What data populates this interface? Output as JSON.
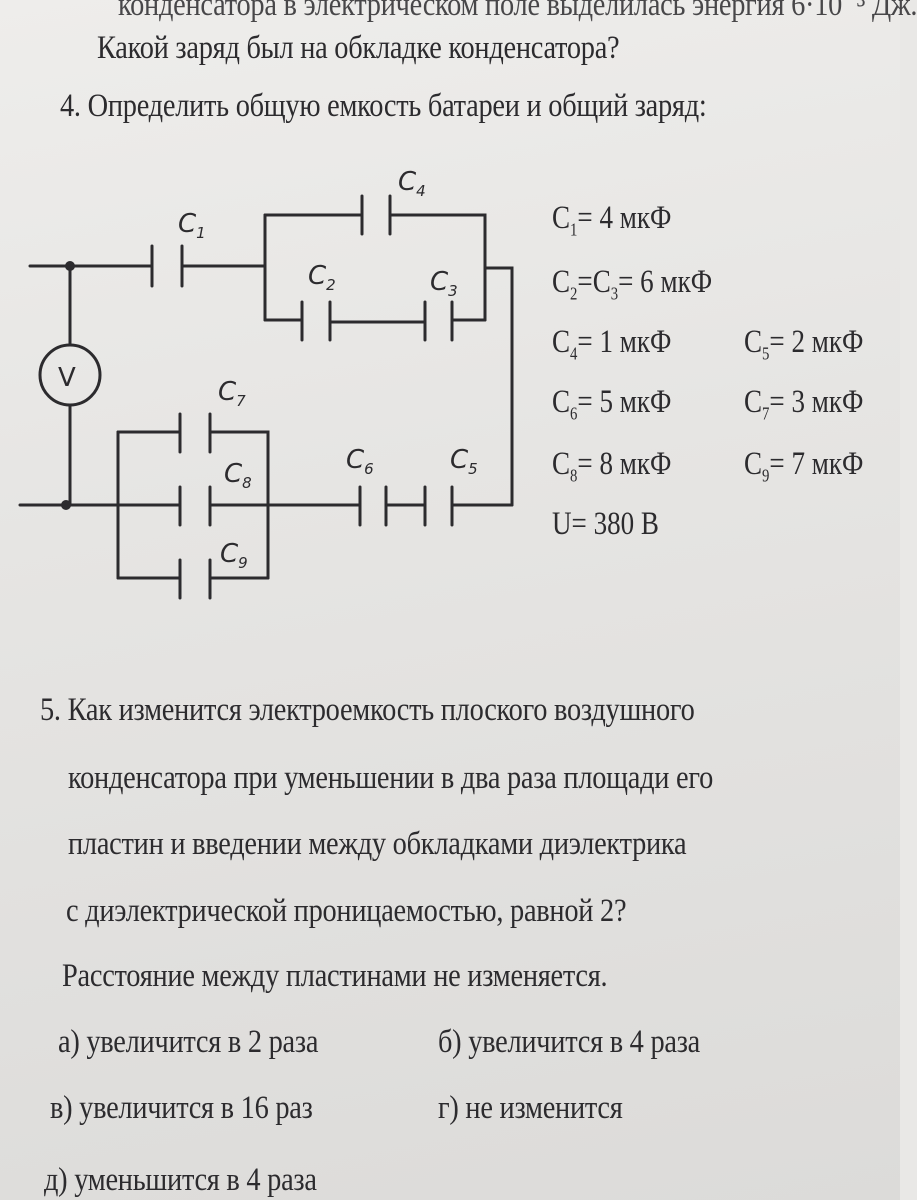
{
  "prev_question": {
    "cropped_line": "конденсатора в электрическом поле выделилась энергия 6·10⁻³ Дж.",
    "line2": "Какой заряд был на обкладке конденсатора?"
  },
  "q4": {
    "title": "4. Определить общую емкость батареи и общий заряд:",
    "diagram": {
      "meter_symbol": "V",
      "labels": [
        "C",
        "C",
        "C",
        "C",
        "C",
        "C",
        "C",
        "C",
        "C"
      ],
      "label_indices": [
        "1",
        "2",
        "3",
        "4",
        "5",
        "6",
        "7",
        "8",
        "9"
      ]
    },
    "values": {
      "c1": {
        "sym": "C",
        "sub": "1",
        "text": "= 4 мкФ"
      },
      "c2c3": {
        "sym1": "C",
        "sub1": "2",
        "eq": "=C",
        "sub2": "3",
        "text": "= 6 мкФ"
      },
      "c4": {
        "sym": "C",
        "sub": "4",
        "text": "= 1 мкФ"
      },
      "c5": {
        "sym": "C",
        "sub": "5",
        "text": "= 2 мкФ"
      },
      "c6": {
        "sym": "C",
        "sub": "6",
        "text": "= 5 мкФ"
      },
      "c7": {
        "sym": "C",
        "sub": "7",
        "text": "= 3 мкФ"
      },
      "c8": {
        "sym": "C",
        "sub": "8",
        "text": "= 8 мкФ"
      },
      "c9": {
        "sym": "C",
        "sub": "9",
        "text": "= 7 мкФ"
      },
      "u": "U= 380 В"
    }
  },
  "q5": {
    "line1": "5. Как изменится электроемкость плоского воздушного",
    "line2": "конденсатора при уменьшении в два раза площади его",
    "line3": "пластин и введении между обкладками диэлектрика",
    "line4": "с диэлектрической проницаемостью, равной 2?",
    "line5": "Расстояние между пластинами не изменяется.",
    "options": {
      "a": "а) увеличится в 2 раза",
      "b": "б) увеличится в 4 раза",
      "v": "в) увеличится в 16 раз",
      "g": "г) не изменится",
      "d": "д) уменьшится в 4 раза"
    }
  }
}
